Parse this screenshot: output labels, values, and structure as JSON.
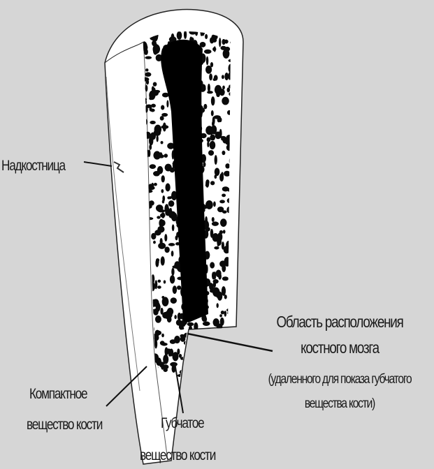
{
  "labels": {
    "periosteum": "Надкостница",
    "marrow_line1": "Область расположения",
    "marrow_line2": "костного мозга",
    "marrow_line3": "(удаленного для показа губчатого",
    "marrow_line4": "вещества кости)",
    "compact_line1": "Компактное",
    "compact_line2": "вещество кости",
    "spongy_line1": "Губчатое",
    "spongy_line2": "вещество кости"
  }
}
